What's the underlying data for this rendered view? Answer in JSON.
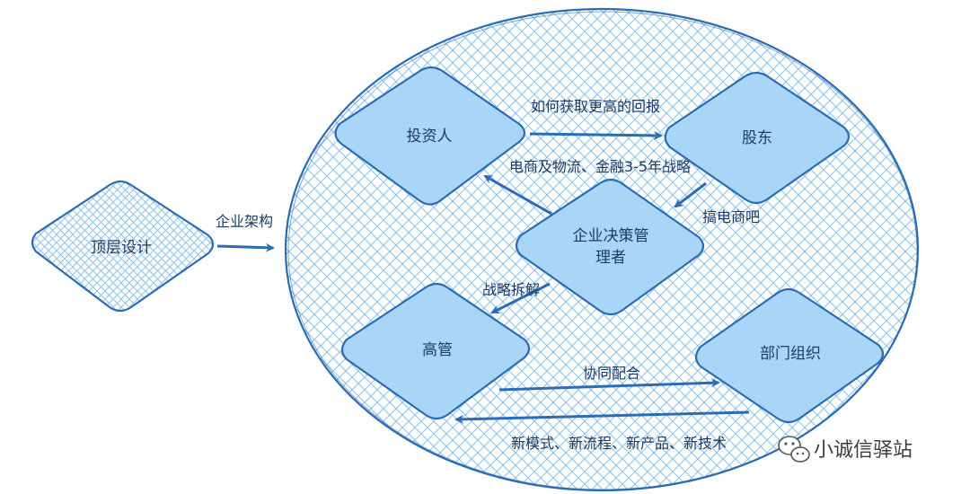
{
  "diagram": {
    "nodes": {
      "top_design": "顶层设计",
      "investor": "投资人",
      "shareholder": "股东",
      "decision_maker_line1": "企业决策管",
      "decision_maker_line2": "理者",
      "executive": "高管",
      "department": "部门组织"
    },
    "edges": {
      "enterprise_architecture": "企业架构",
      "higher_return": "如何获取更高的回报",
      "strategy": "电商及物流、金融3-5年战略",
      "do_ecommerce": "搞电商吧",
      "strategy_breakdown": "战略拆解",
      "collaboration": "协同配合",
      "innovations": "新模式、新流程、新产品、新技术"
    }
  },
  "watermark": {
    "text": "小诚信驿站",
    "icon": "wechat-icon"
  },
  "colors": {
    "stroke": "#2a6cb6",
    "diamond_fill": "#a9d5f7",
    "hatch": "#8fc3ea",
    "text": "#1f3b63"
  }
}
